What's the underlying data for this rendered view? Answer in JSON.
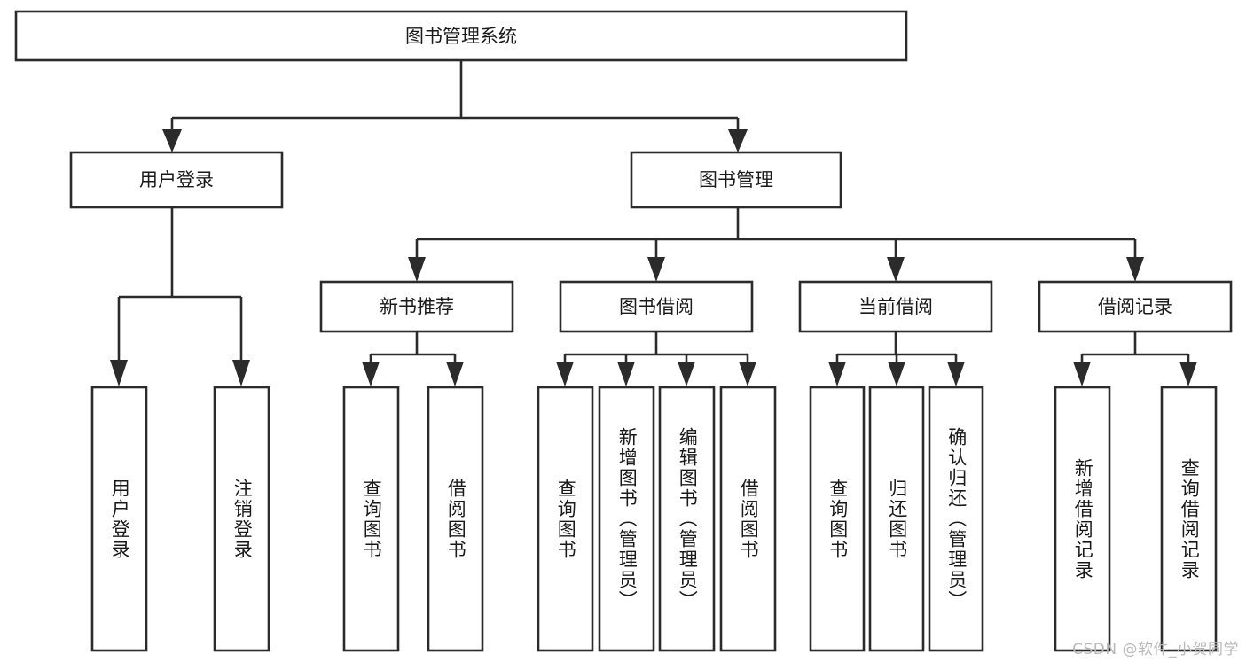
{
  "diagram": {
    "title": "图书管理系统",
    "type": "tree",
    "watermark": "CSDN @软件_小贺同学",
    "colors": {
      "stroke": "#2b2b2b",
      "box_fill": "#ffffff",
      "text": "#1a1a1a",
      "background": "#ffffff",
      "watermark": "#b9b9b9"
    },
    "levels": {
      "root_label": "图书管理系统",
      "level2": [
        "用户登录",
        "图书管理"
      ],
      "level3": [
        "新书推荐",
        "图书借阅",
        "当前借阅",
        "借阅记录"
      ]
    },
    "nodes": {
      "root": {
        "label": "图书管理系统",
        "orientation": "horizontal"
      },
      "user_login": {
        "label": "用户登录",
        "orientation": "horizontal"
      },
      "book_manage": {
        "label": "图书管理",
        "orientation": "horizontal"
      },
      "new_book_rec": {
        "label": "新书推荐",
        "orientation": "horizontal"
      },
      "book_borrow": {
        "label": "图书借阅",
        "orientation": "horizontal"
      },
      "current_borrow": {
        "label": "当前借阅",
        "orientation": "horizontal"
      },
      "borrow_record": {
        "label": "借阅记录",
        "orientation": "horizontal"
      },
      "leaf_user_login": {
        "label": "用户登录",
        "orientation": "vertical"
      },
      "leaf_logout": {
        "label": "注销登录",
        "orientation": "vertical"
      },
      "leaf_query_book_1": {
        "label": "查询图书",
        "orientation": "vertical"
      },
      "leaf_borrow_book_1": {
        "label": "借阅图书",
        "orientation": "vertical"
      },
      "leaf_query_book_2": {
        "label": "查询图书",
        "orientation": "vertical"
      },
      "leaf_add_book": {
        "label": "新增图书（管理员）",
        "orientation": "vertical"
      },
      "leaf_edit_book": {
        "label": "编辑图书（管理员）",
        "orientation": "vertical"
      },
      "leaf_borrow_book_2": {
        "label": "借阅图书",
        "orientation": "vertical"
      },
      "leaf_query_book_3": {
        "label": "查询图书",
        "orientation": "vertical"
      },
      "leaf_return_book": {
        "label": "归还图书",
        "orientation": "vertical"
      },
      "leaf_confirm_return": {
        "label": "确认归还（管理员）",
        "orientation": "vertical"
      },
      "leaf_add_record": {
        "label": "新增借阅记录",
        "orientation": "vertical"
      },
      "leaf_query_record": {
        "label": "查询借阅记录",
        "orientation": "vertical"
      }
    },
    "groups": {
      "user_login_children": [
        "用户登录",
        "注销登录"
      ],
      "new_book_rec_children": [
        "查询图书",
        "借阅图书"
      ],
      "book_borrow_children": [
        "查询图书",
        "新增图书（管理员）",
        "编辑图书（管理员）",
        "借阅图书"
      ],
      "current_borrow_children": [
        "查询图书",
        "归还图书",
        "确认归还（管理员）"
      ],
      "borrow_record_children": [
        "新增借阅记录",
        "查询借阅记录"
      ]
    }
  }
}
